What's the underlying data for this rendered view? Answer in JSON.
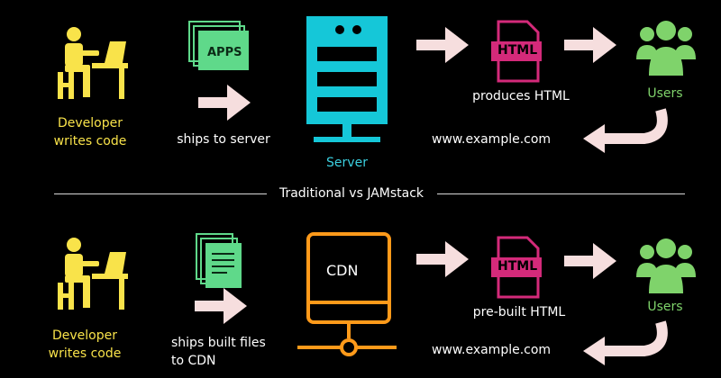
{
  "divider": {
    "label": "Traditional vs JAMstack"
  },
  "traditional": {
    "developer_label": [
      "Developer",
      "writes code"
    ],
    "apps_label": "APPS",
    "ship_label": "ships to server",
    "server_label": "Server",
    "html_label": "HTML",
    "produces_label": "produces HTML",
    "users_label": "Users",
    "url": "www.example.com"
  },
  "jamstack": {
    "developer_label": [
      "Developer",
      "writes code"
    ],
    "ship_label": [
      "ships built files",
      "to CDN"
    ],
    "cdn_label": "CDN",
    "html_label": "HTML",
    "prebuilt_label": "pre-built HTML",
    "users_label": "Users",
    "url": "www.example.com"
  },
  "colors": {
    "background": "#000000",
    "developer": "#f9e34a",
    "apps_green": "#5fd98a",
    "server_cyan": "#15c7d8",
    "cdn_orange": "#ff9a1a",
    "html_pink": "#d42a7a",
    "users_green": "#7fd36b",
    "arrow_pink": "#f6dede"
  },
  "icons": [
    "developer-icon",
    "apps-stack-icon",
    "server-icon",
    "html-file-icon",
    "users-icon",
    "cdn-icon",
    "document-stack-icon",
    "arrow-right-icon",
    "return-arrow-icon"
  ]
}
